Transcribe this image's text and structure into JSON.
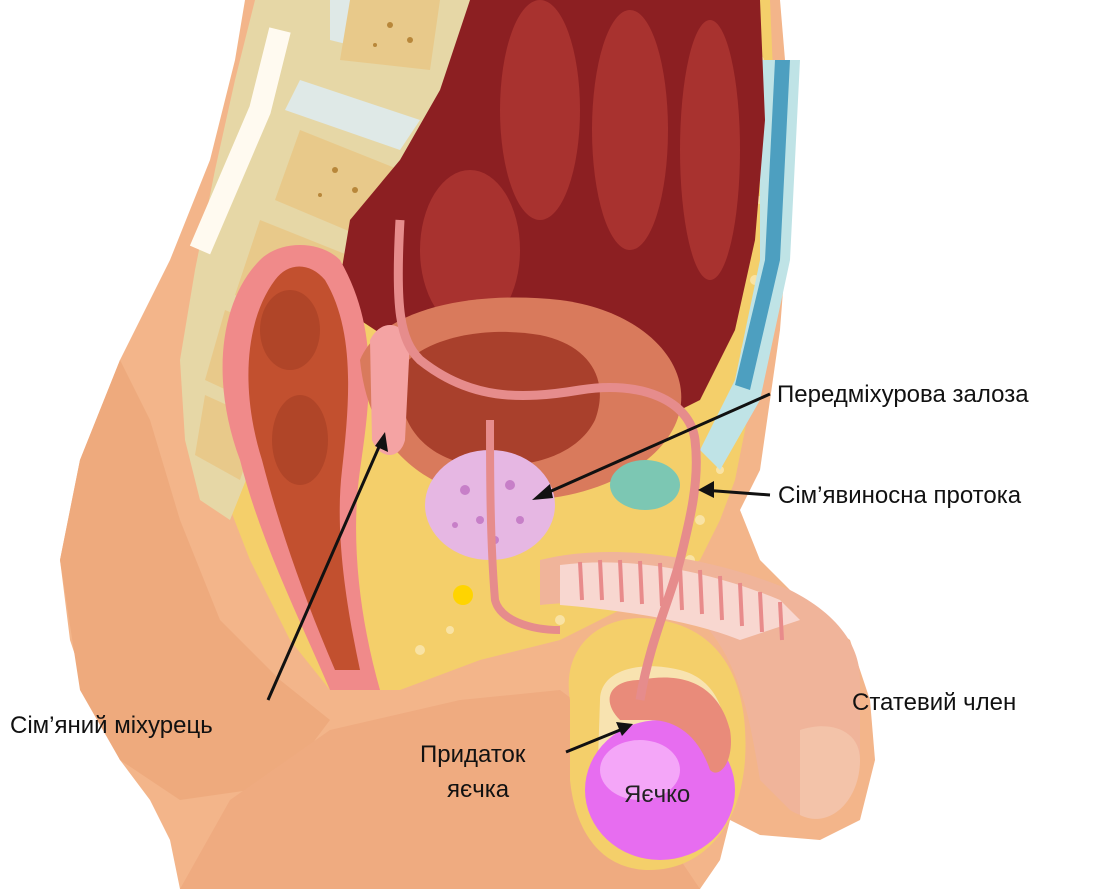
{
  "labels": {
    "prostate": "Передміхурова залоза",
    "vas_deferens": "Сім’явиносна протока",
    "seminal_vesicle": "Сім’яний міхурець",
    "penis": "Статевий член",
    "epididymis_line1": "Придаток",
    "epididymis_line2": "яєчка",
    "testis": "Яєчко"
  },
  "colors": {
    "skin": "#f3b58a",
    "skin_dark": "#e8946a",
    "fat": "#f4cf6a",
    "bone": "#e6d7a6",
    "disc": "#dfe9e7",
    "intestine_dark": "#8c1f22",
    "intestine_mid": "#a8322f",
    "rectum": "#c2502f",
    "rectum_wall": "#f08a8a",
    "bladder": "#c75a3a",
    "prostate": "#e6b7e3",
    "testis": "#e76df0",
    "duct": "#e68c8c",
    "arrow": "#111111"
  }
}
